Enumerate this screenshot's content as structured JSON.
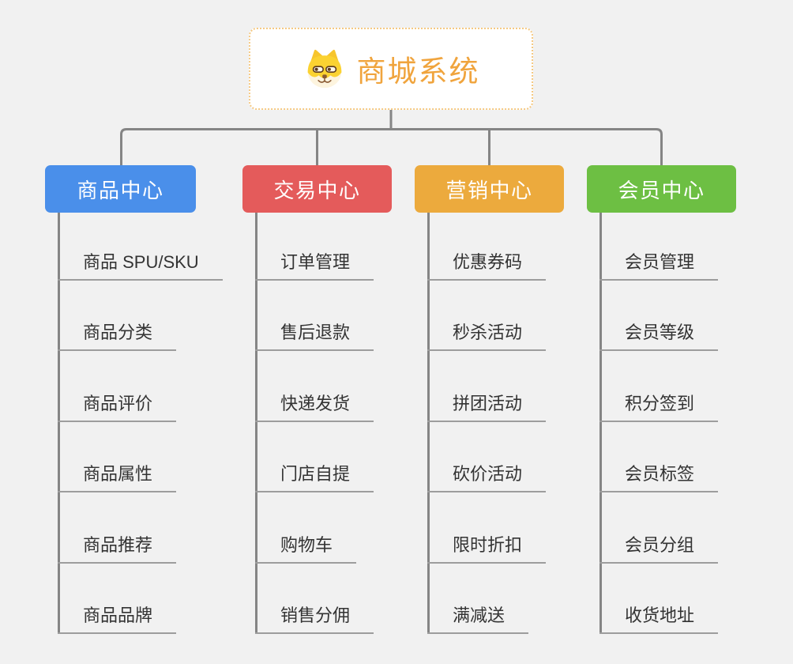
{
  "root": {
    "title": "商城系统",
    "icon": "shiba-dog-icon"
  },
  "branches": [
    {
      "label": "商品中心",
      "color": "#4A8FEA",
      "children": [
        "商品 SPU/SKU",
        "商品分类",
        "商品评价",
        "商品属性",
        "商品推荐",
        "商品品牌"
      ]
    },
    {
      "label": "交易中心",
      "color": "#E45B5B",
      "children": [
        "订单管理",
        "售后退款",
        "快递发货",
        "门店自提",
        "购物车",
        "销售分佣"
      ]
    },
    {
      "label": "营销中心",
      "color": "#ECAA3D",
      "children": [
        "优惠券码",
        "秒杀活动",
        "拼团活动",
        "砍价活动",
        "限时折扣",
        "满减送"
      ]
    },
    {
      "label": "会员中心",
      "color": "#6DBF43",
      "children": [
        "会员管理",
        "会员等级",
        "积分签到",
        "会员标签",
        "会员分组",
        "收货地址"
      ]
    }
  ],
  "colors": {
    "background": "#F1F1F1",
    "connector": "#858585",
    "underline": "#9D9D9D",
    "child_text": "#333333",
    "root_text": "#F0A43D",
    "root_border": "#F5C983",
    "branch_text": "#FFFFFF"
  }
}
